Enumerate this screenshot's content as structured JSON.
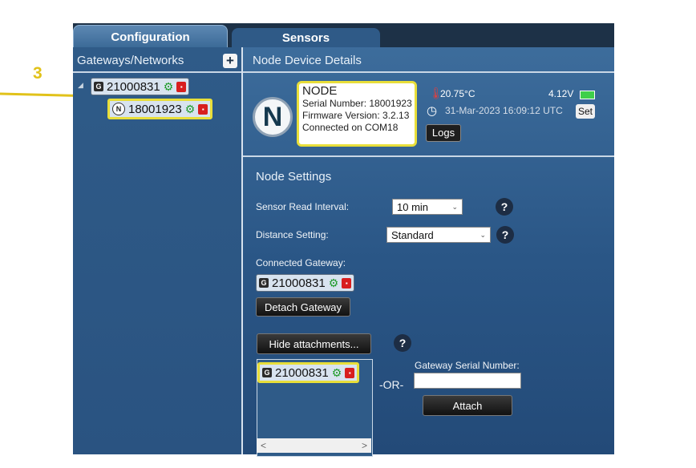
{
  "annotation": {
    "step_number": "3"
  },
  "tabs": [
    {
      "label": "Configuration"
    },
    {
      "label": "Sensors"
    }
  ],
  "left_pane": {
    "title": "Gateways/Networks",
    "add_icon": "plus-icon",
    "gateway": {
      "id": "21000831"
    },
    "node": {
      "id": "18001923"
    }
  },
  "right_pane": {
    "title": "Node Device Details",
    "node_card": {
      "title": "NODE",
      "serial": "Serial Number: 18001923",
      "firmware": "Firmware Version: 3.2.13",
      "connection": "Connected on COM18"
    },
    "temperature": "20.75°C",
    "battery": "4.12V",
    "datetime": "31-Mar-2023 16:09:12 UTC",
    "set_label": "Set",
    "logs_label": "Logs",
    "settings": {
      "title": "Node Settings",
      "read_interval_label": "Sensor Read Interval:",
      "read_interval_value": "10 min",
      "distance_label": "Distance Setting:",
      "distance_value": "Standard",
      "connected_gateway_label": "Connected Gateway:",
      "connected_gateway_id": "21000831",
      "detach_label": "Detach Gateway",
      "hide_attachments_label": "Hide attachments...",
      "attach_list_item": "21000831",
      "or_label": "-OR-",
      "gateway_serial_label": "Gateway Serial Number:",
      "gateway_serial_value": "",
      "attach_label": "Attach"
    }
  },
  "colors": {
    "accent_yellow": "#e8de3a",
    "gear_green": "#1f9b2a",
    "alert_red": "#d81e1e"
  }
}
